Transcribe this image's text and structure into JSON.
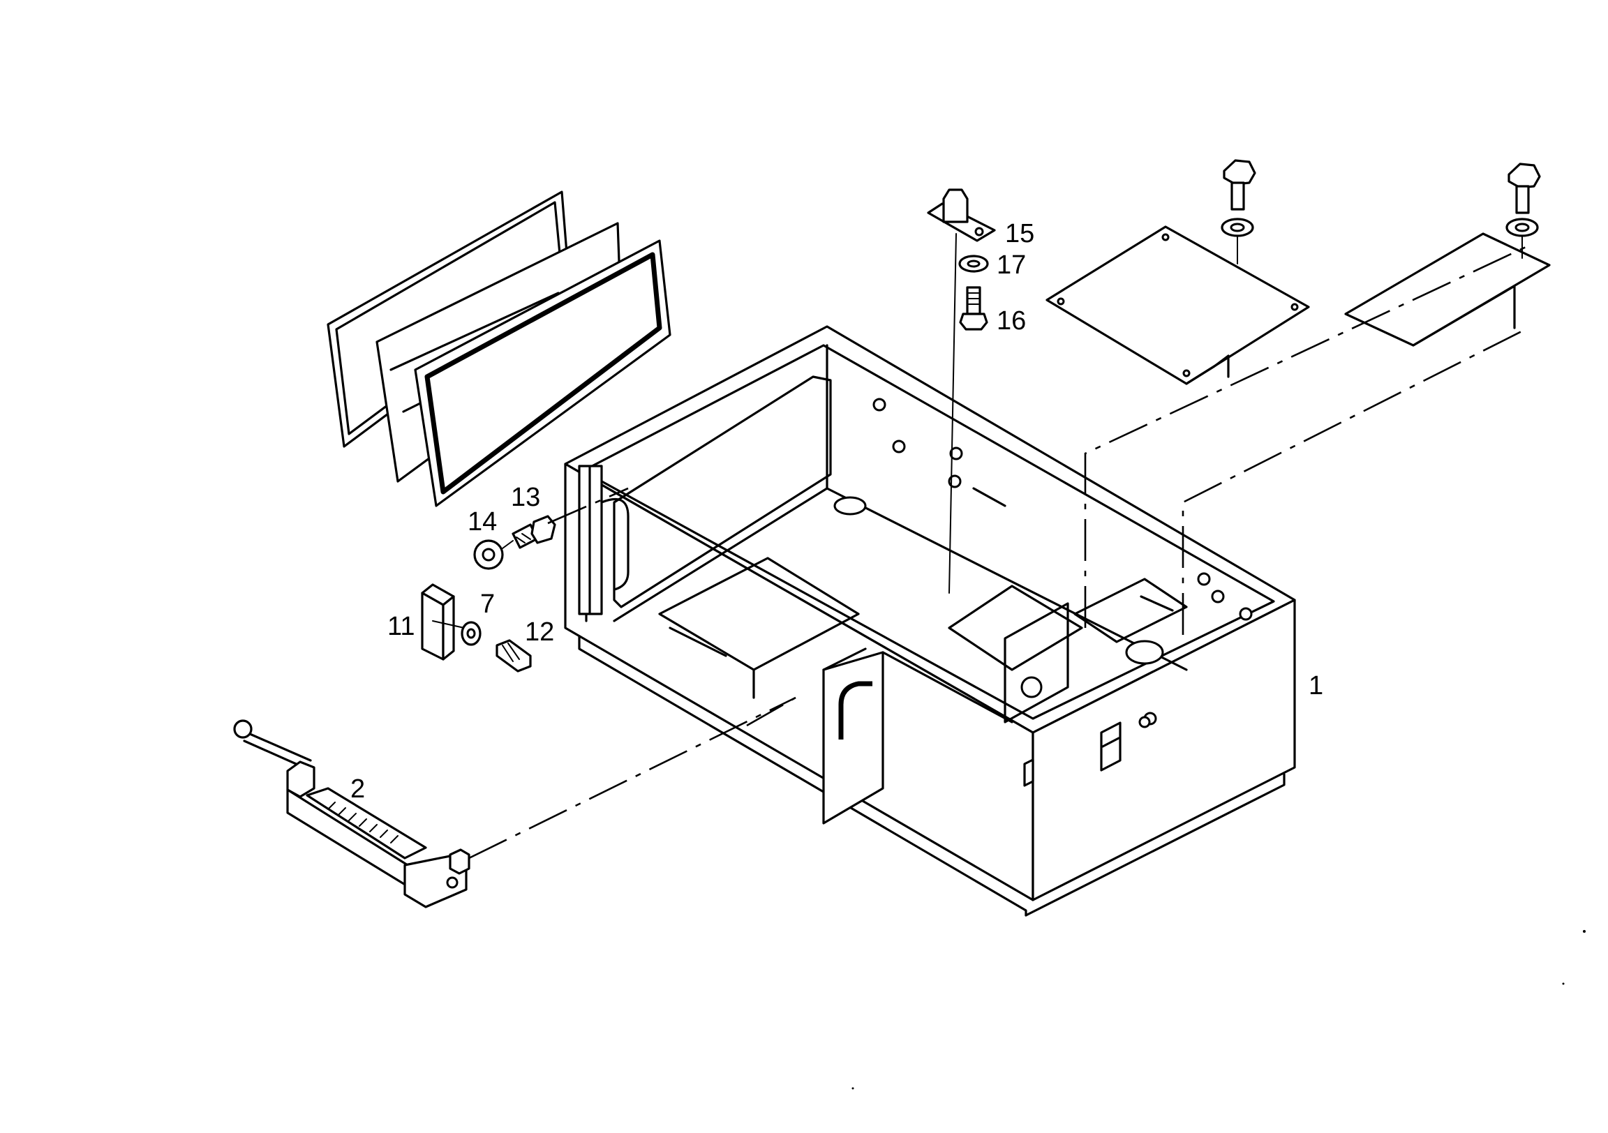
{
  "callouts": {
    "c1": "1",
    "c2": "2",
    "c7": "7",
    "c11": "11",
    "c12": "12",
    "c13": "13",
    "c14": "14",
    "c15": "15",
    "c16": "16",
    "c17": "17"
  }
}
